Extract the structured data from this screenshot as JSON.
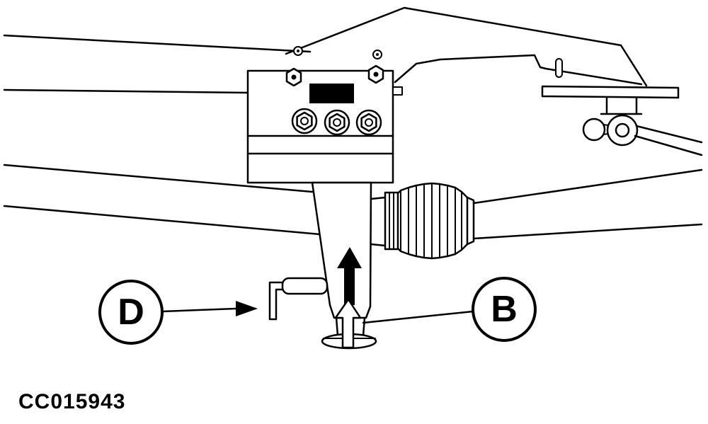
{
  "figure": {
    "code": "CC015943",
    "callouts": [
      {
        "id": "D",
        "label": "D"
      },
      {
        "id": "B",
        "label": "B"
      }
    ],
    "icons": {
      "jack_point_arrow_filled": "up-arrow-filled",
      "jack_point_arrow_outline": "up-arrow-outline",
      "callout_d_arrowhead": "right-arrowhead-filled"
    },
    "colors": {
      "line": "#000000",
      "background": "#ffffff",
      "label_plate": "#000000"
    }
  }
}
